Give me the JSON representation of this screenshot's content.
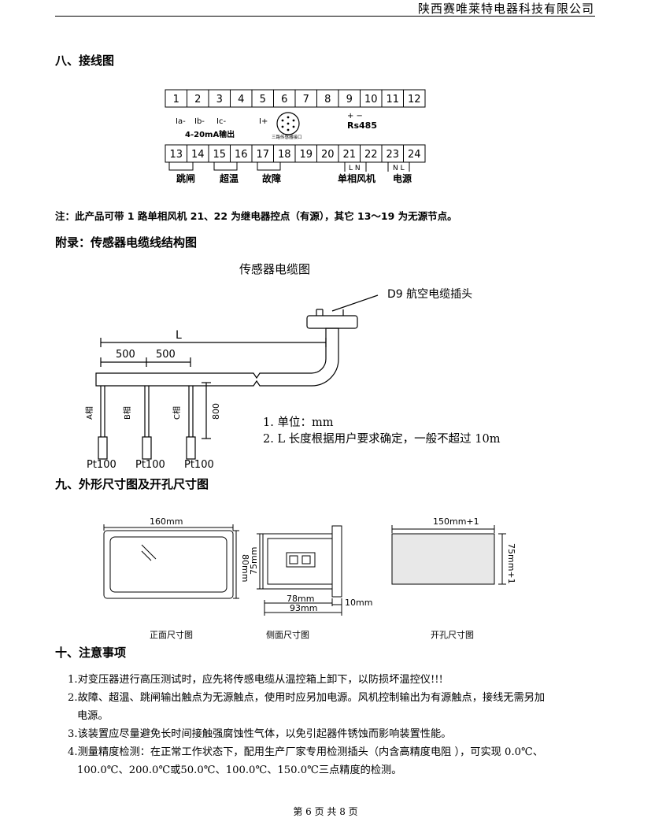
{
  "header": {
    "company": "陕西赛唯莱特电器科技有限公司"
  },
  "section8": {
    "title": "八、接线图",
    "terminals_top": [
      "1",
      "2",
      "3",
      "4",
      "5",
      "6",
      "7",
      "8",
      "9",
      "10",
      "11",
      "12"
    ],
    "terminals_bottom": [
      "13",
      "14",
      "15",
      "16",
      "17",
      "18",
      "19",
      "20",
      "21",
      "22",
      "23",
      "24"
    ],
    "labels": {
      "ia": "Ia-",
      "ib": "Ib-",
      "ic": "Ic-",
      "iplus": "I+",
      "output": "4-20mA输出",
      "sensor_port": "三路传感器接口",
      "rs485_pol": "+  −",
      "rs485": "Rs485",
      "trip": "跳闸",
      "overtemp": "超温",
      "fault": "故障",
      "fan_ln": "L  N",
      "fan": "单相风机",
      "power_nl": "N  L",
      "power": "电源"
    },
    "note": "注：此产品可带 1 路单相风机 21、22 为继电器控点（有源），其它 13～19 为无源节点。"
  },
  "appendix": {
    "title": "附录：传感器电缆线结构图",
    "diagram_title": "传感器电缆图",
    "connector": "D9 航空电缆插头",
    "length_label": "L",
    "dim_500_a": "500",
    "dim_500_b": "500",
    "dim_800": "800",
    "phase_a": "A相",
    "phase_b": "B相",
    "phase_c": "C相",
    "probe_a": "Pt100",
    "probe_b": "Pt100",
    "probe_c": "Pt100",
    "note1": "1.  单位：mm",
    "note2": "2.  L 长度根据用户要求确定，一般不超过 10m"
  },
  "section9": {
    "title": "九、外形尺寸图及开孔尺寸图",
    "front_width": "160mm",
    "front_height": "80mm",
    "side_height": "75mm",
    "side_depth1": "78mm",
    "side_depth2": "93mm",
    "side_flange": "10mm",
    "cut_width": "150mm+1",
    "cut_height": "75mm+1",
    "caption_front": "正面尺寸图",
    "caption_side": "侧面尺寸图",
    "caption_cut": "开孔尺寸图"
  },
  "section10": {
    "title": "十、注意事项",
    "items": [
      "1.对变压器进行高压测试时，应先将传感电缆从温控箱上卸下，以防损坏温控仪!!!",
      "2.故障、超温、跳闸输出触点为无源触点，使用时应另加电源。风机控制输出为有源触点，接线无需另加",
      "电源。",
      "3.该装置应尽量避免长时间接触强腐蚀性气体，以免引起器件锈蚀而影响装置性能。",
      "4.测量精度检测：在正常工作状态下，配用生产厂家专用检测插头（内含高精度电阻  ），可实现 0.0℃、",
      "100.0℃、200.0℃或50.0℃、100.0℃、150.0℃三点精度的检测。"
    ]
  },
  "footer": {
    "page": "第 6 页 共 8 页"
  }
}
